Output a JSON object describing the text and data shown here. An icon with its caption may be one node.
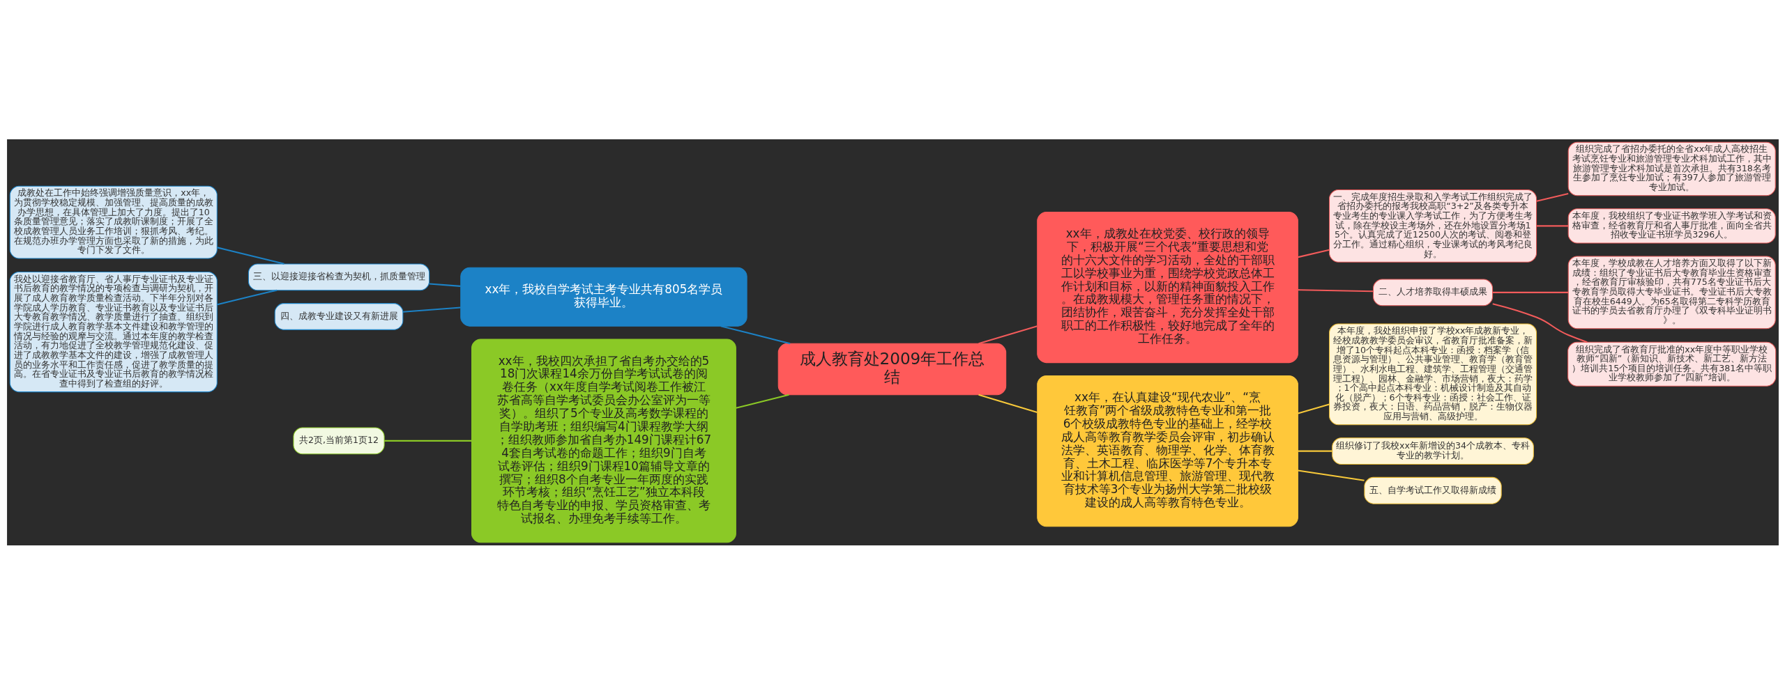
{
  "diagram": {
    "nodes": [
      {
        "text": [
          "成人教育处2009年工作总结"
        ]
      },
      {
        "text": [
          "xx年，成教处在校党委、校行政的领导下，积极开展“三个代表”重要思想和党的十六大文件的学习活动，全处的干部职工以学校事业为重，围绕学校党政总体工作计划和目标，以新的精神面貌投入工作。在成教规模大，管理任务重的情况下，团结协作，艰苦奋斗，充分发挥全处干部职工的工作积极性，较好地完成了全年的工作任务。"
        ]
      },
      {
        "text": [
          "一、完成年度招生录取和入学考试工作组织完成了省招办委托的报考我校高职“3+2”及各类专升本专业考生的专业课入学考试工作，为了方便考生考试，除在学校设主考场外，还在外地设置分考场15个。认真完成了近12500人次的考试、阅卷和登分工作。通过精心组织，专业课考试的考风考纪良好。"
        ]
      },
      {
        "text": [
          "组织完成了省招办委托的全省xx年成人高校招生考试烹饪专业和旅游管理专业术科加试工作，其中旅游管理专业术科加试是首次承担。共有318名考生参加了烹饪专业加试；有397人参加了旅游管理专业加试。"
        ]
      },
      {
        "text": [
          "本年度，我校组织了专业证书教学班入学考试和资格审查，经省教育厅和省人事厅批准，面向全省共招收专业证书班学员3296人。"
        ]
      },
      {
        "text": [
          "二、人才培养取得丰硕成果"
        ]
      },
      {
        "text": [
          "本年度，学校成教在人才培养方面又取得了以下新成绩：组织了专业证书后大专教育毕业生资格审查，经省教育厅审核验印，共有775名专业证书后大专教育学员取得大专毕业证书。专业证书后大专教育在校生6449人。为65名取得第二专科学历教育证书的学员去省教育厅办理了《双专科毕业证明书》。"
        ]
      },
      {
        "text": [
          "组织完成了省教育厅批准的xx年度中等职业学校教师“四新”（新知识、新技术、新工艺、新方法）培训共15个项目的培训任务。共有381名中等职业学校教师参加了“四新”培训。"
        ]
      },
      {
        "text": [
          "xx年，在认真建设“现代农业”、“烹饪教育”两个省级成教特色专业和第一批6个校级成教特色专业的基础上，经学校成人高等教育教学委员会评审，初步确认法学、英语教育、物理学、化学、体育教育、土木工程、临床医学等7个专升本专业和计算机信息管理、旅游管理、现代教育技术等3个专业为扬州大学第二批校级建设的成人高等教育特色专业。"
        ]
      },
      {
        "text": [
          "本年度，我处组织申报了学校xx年成教新专业，经校成教教学委员会审议，省教育厅批准备案，新增了10个专科起点本科专业：函授：档案学（信息资源与管理）、公共事业管理、教育学（教育管理）、水利水电工程、建筑学、工程管理（交通管理工程）、园林、金融学、市场营销，夜大：药学；1个高中起点本科专业：机械设计制造及其自动化（脱产）；6个专科专业：函授：社会工作、证券投资，夜大：日语、药品营销，脱产：生物仪器应用与营销、高级护理。"
        ]
      },
      {
        "text": [
          "组织修订了我校xx年新增设的34个成教本、专科专业的教学计划。"
        ]
      },
      {
        "text": [
          "五、自学考试工作又取得新成绩"
        ]
      },
      {
        "text": [
          "xx年，我校自学考试主考专业共有805名学员获得毕业。"
        ]
      },
      {
        "text": [
          "三、以迎接迎接省检查为契机，抓质量管理"
        ]
      },
      {
        "text": [
          "成教处在工作中始终强调增强质量意识，xx年，为贯彻学校稳定规模、加强管理、提高质量的成教办学思想，在具体管理上加大了力度。提出了10条质量管理意见；落实了成教听课制度；开展了全校成教管理人员业务工作培训；狠抓考风、考纪。在规范办班办学管理方面也采取了新的措施，为此专门下发了文件。"
        ]
      },
      {
        "text": [
          "我处以迎接省教育厅、省人事厅专业证书及专业证书后教育的教学情况的专项检查与调研为契机，开展了成人教育教学质量检查活动。下半年分别对各学院成人学历教育、专业证书教育以及专业证书后大专教育教学情况、教学质量进行了抽查。组织到学院进行成人教育教学基本文件建设和教学管理的情况与经验的观摩与交流。通过本年度的教学检查活动，有力地促进了全校教学管理规范化建设、促进了成教教学基本文件的建设，增强了成教管理人员的业务水平和工作责任感，促进了教学质量的提高。在省专业证书及专业证书后教育的教学情况检查中得到了检查组的好评。"
        ]
      },
      {
        "text": [
          "四、成教专业建设又有新进展"
        ]
      },
      {
        "text": [
          "xx年，我校四次承担了省自考办交给的518门次课程14余万份自学考试试卷的阅卷任务（xx年度自学考试阅卷工作被江苏省高等自学考试委员会办公室评为一等奖）。组织了5个专业及高考数学课程的自学助考班；组织编写4门课程教学大纲；组织教师参加省自考办149门课程计674套自考试卷的命题工作；组织9门自考试卷评估；组织9门课程10篇辅导文章的撰写；组织8个自考专业一年两度的实践环节考核；组织“烹饪工艺”独立本科段特色自考专业的申报、学员资格审查、考试报名、办理免考手续等工作。"
        ]
      },
      {
        "text": [
          "共2页,当前第1页12"
        ]
      }
    ],
    "edges": [
      {
        "from": 0,
        "to": 1,
        "arrow": "none",
        "color": "#f25b5b"
      },
      {
        "from": 1,
        "to": 2,
        "arrow": "none",
        "color": "#f25b5b"
      },
      {
        "from": 2,
        "to": 3,
        "arrow": "none",
        "color": "#f25b5b"
      },
      {
        "from": 2,
        "to": 4,
        "arrow": "none",
        "color": "#f25b5b"
      },
      {
        "from": 1,
        "to": 5,
        "arrow": "none",
        "color": "#f25b5b"
      },
      {
        "from": 5,
        "to": 6,
        "arrow": "none",
        "color": "#f25b5b"
      },
      {
        "from": 5,
        "to": 7,
        "arrow": "none",
        "color": "#f25b5b"
      },
      {
        "from": 0,
        "to": 8,
        "arrow": "none",
        "color": "#f8c93a"
      },
      {
        "from": 8,
        "to": 9,
        "arrow": "none",
        "color": "#f8c93a"
      },
      {
        "from": 8,
        "to": 10,
        "arrow": "none",
        "color": "#f8c93a"
      },
      {
        "from": 8,
        "to": 11,
        "arrow": "none",
        "color": "#f8c93a"
      },
      {
        "from": 0,
        "to": 12,
        "arrow": "none",
        "color": "#1c82c6"
      },
      {
        "from": 12,
        "to": 13,
        "arrow": "none",
        "color": "#1c82c6"
      },
      {
        "from": 13,
        "to": 14,
        "arrow": "none",
        "color": "#1c82c6"
      },
      {
        "from": 13,
        "to": 15,
        "arrow": "none",
        "color": "#1c82c6"
      },
      {
        "from": 12,
        "to": 16,
        "arrow": "none",
        "color": "#1c82c6"
      },
      {
        "from": 0,
        "to": 17,
        "arrow": "none",
        "color": "#8bc926"
      },
      {
        "from": 17,
        "to": 18,
        "arrow": "none",
        "color": "#8bc926"
      }
    ]
  }
}
